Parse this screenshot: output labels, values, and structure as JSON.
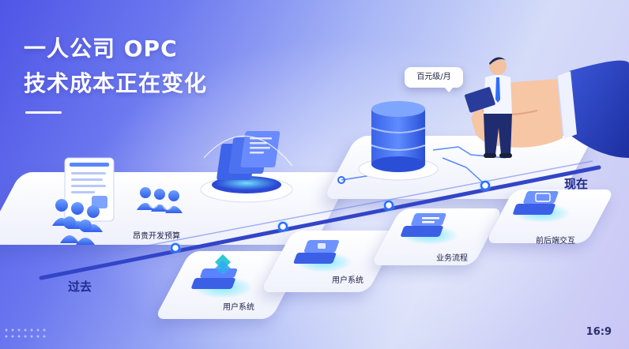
{
  "title": {
    "line1": "一人公司 OPC",
    "line2": "技术成本正在变化"
  },
  "timeline": {
    "past": "过去",
    "now": "现在"
  },
  "past_section": {
    "item_label": "昂贵开发预算"
  },
  "cost_bubble": "百元级/月",
  "modules": [
    {
      "label": "用户系统",
      "icon": "stack-layers-icon"
    },
    {
      "label": "用户系统",
      "icon": "card-chip-icon"
    },
    {
      "label": "业务流程",
      "icon": "workflow-icon"
    },
    {
      "label": "前后端交互",
      "icon": "screen-icon"
    }
  ],
  "aspect_ratio": "16:9",
  "colors": {
    "accent_blue": "#2f6bff",
    "timeline": "#3245c8",
    "glow_cyan": "#5ce0ff"
  }
}
